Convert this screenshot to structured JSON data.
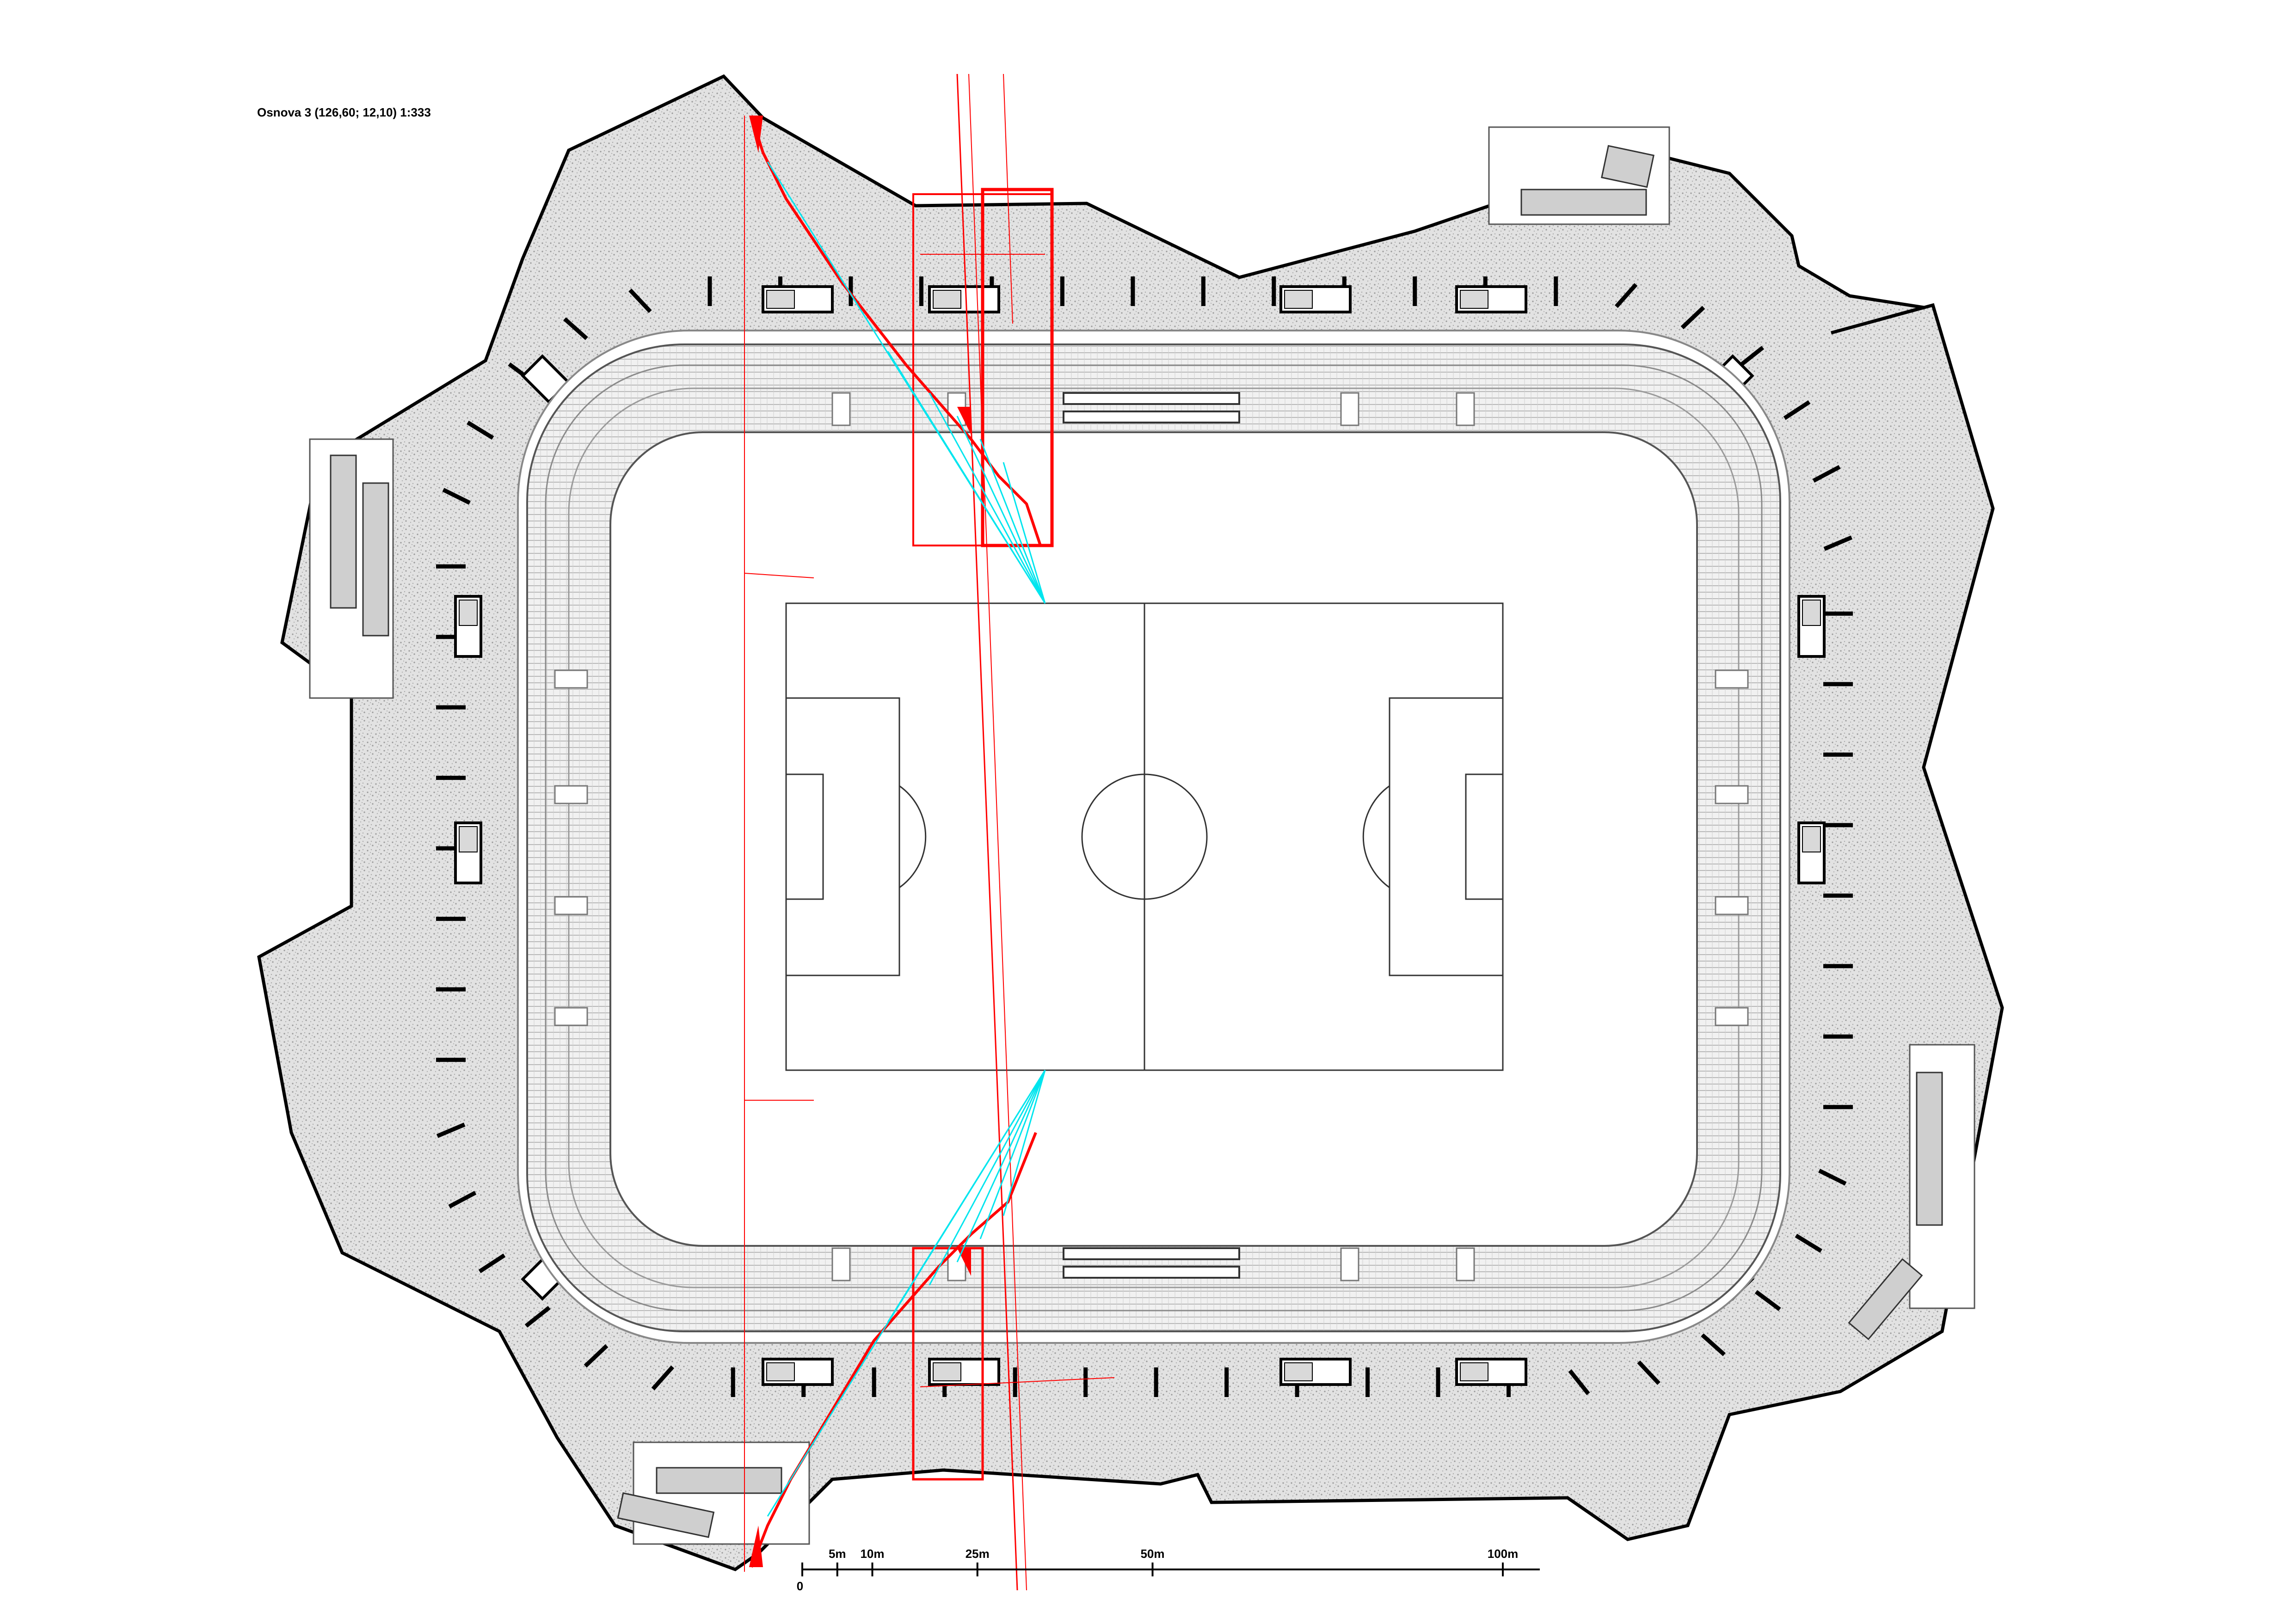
{
  "title": "Osnova 3 (126,60; 12,10) 1:333",
  "scale_bar": {
    "origin_label": "0",
    "ticks": [
      {
        "meters": 5,
        "label": "5m"
      },
      {
        "meters": 10,
        "label": "10m"
      },
      {
        "meters": 25,
        "label": "25m"
      },
      {
        "meters": 50,
        "label": "50m"
      },
      {
        "meters": 100,
        "label": "100m"
      }
    ]
  },
  "colors": {
    "ink": "#000000",
    "plaza_fill": "#dcdcdc",
    "section_line": "#ff0000",
    "sightline": "#00e5ee",
    "seating": "#bdbdbd"
  }
}
